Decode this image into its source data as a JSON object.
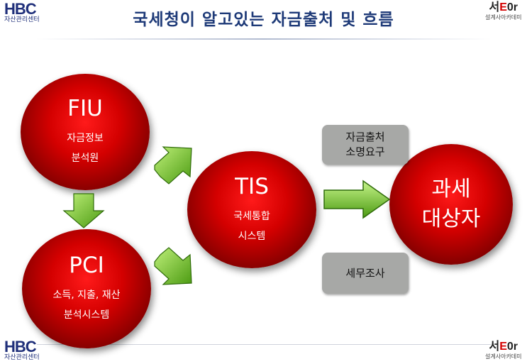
{
  "title": "국세청이 알고있는 자금출처 및 흐름",
  "logos": {
    "hbc": {
      "mark": "HBC",
      "sub": "자산관리센터"
    },
    "right": {
      "mark_black": "서",
      "mark_red": "E",
      "mark_tail": "0r",
      "sub": "설계사아카데미"
    }
  },
  "nodes": {
    "fiu": {
      "name": "FIU",
      "lines": [
        "자금정보",
        "분석원"
      ]
    },
    "pci": {
      "name": "PCI",
      "lines": [
        "소득, 지출, 재산",
        "분석시스템"
      ]
    },
    "tis": {
      "name": "TIS",
      "lines": [
        "국세통합",
        "시스템"
      ]
    },
    "target": {
      "lines": [
        "과세",
        "대상자"
      ]
    }
  },
  "boxes": {
    "source_request": {
      "lines": [
        "자금출처",
        "소명요구"
      ]
    },
    "tax_audit": {
      "lines": [
        "세무조사"
      ]
    }
  },
  "colors": {
    "title": "#1e3a78",
    "circle": "#d40000",
    "arrow": "#6ec21f",
    "box": "#a7a8a6"
  }
}
